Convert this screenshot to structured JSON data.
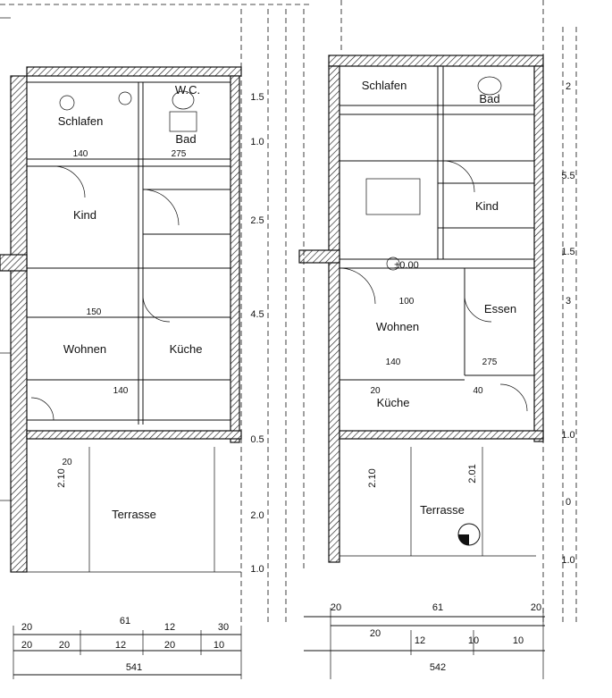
{
  "left_plan": {
    "room_labels": [
      "W.C.",
      "Schlafen",
      "Bad",
      "Kind",
      "Wohnen",
      "Küche",
      "Terrasse"
    ],
    "dims_right": [
      "1.5",
      "1.0",
      "2.5",
      "4.5",
      "0.5",
      "2.0",
      "1.0"
    ],
    "dims_bottom_row1": [
      "20",
      "61",
      "12",
      "30"
    ],
    "dims_bottom_row2": [
      "20",
      "20",
      "12",
      "20",
      "10"
    ],
    "dims_total": "541",
    "inner_marks": [
      "140",
      "150",
      "140",
      "275",
      "20"
    ]
  },
  "right_plan": {
    "room_labels": [
      "Bad",
      "Schlafen",
      "Kind",
      "Wohnen",
      "Essen",
      "Küche",
      "Terrasse"
    ],
    "dims_right": [
      "2",
      "5.5",
      "1.5",
      "3",
      "1.0",
      "0",
      "1.0"
    ],
    "dims_bottom_row1": [
      "20",
      "61",
      "20"
    ],
    "dims_bottom_row2": [
      "20",
      "12",
      "10",
      "10"
    ],
    "dims_total": "542",
    "inner_marks": [
      "140",
      "275",
      "20",
      "40",
      "100"
    ]
  },
  "annotations": {
    "level_mark": "±0.00",
    "door_widths": [
      "2.10",
      "2.10",
      "2.01"
    ]
  }
}
